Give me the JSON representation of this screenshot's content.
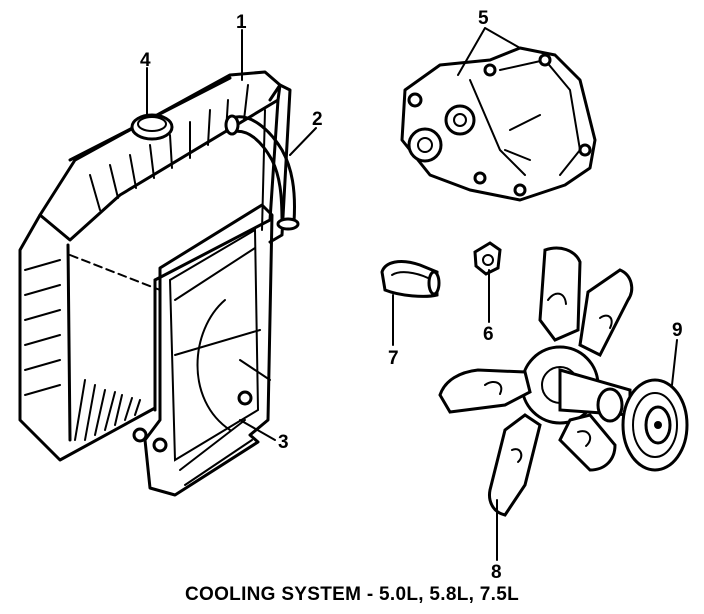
{
  "caption": "COOLING SYSTEM - 5.0L, 5.8L, 7.5L",
  "callouts": [
    {
      "id": "1",
      "label": "1"
    },
    {
      "id": "2",
      "label": "2"
    },
    {
      "id": "3",
      "label": "3"
    },
    {
      "id": "4",
      "label": "4"
    },
    {
      "id": "5",
      "label": "5"
    },
    {
      "id": "6",
      "label": "6"
    },
    {
      "id": "7",
      "label": "7"
    },
    {
      "id": "8",
      "label": "8"
    },
    {
      "id": "9",
      "label": "9"
    }
  ],
  "parts": [
    {
      "name": "radiator-icon"
    },
    {
      "name": "upper-hose-icon"
    },
    {
      "name": "fan-shroud-icon"
    },
    {
      "name": "radiator-cap-icon"
    },
    {
      "name": "water-pump-icon"
    },
    {
      "name": "thermostat-housing-icon"
    },
    {
      "name": "thermostat-icon"
    },
    {
      "name": "fan-blade-icon"
    },
    {
      "name": "fan-clutch-pulley-icon"
    }
  ],
  "colors": {
    "ink": "#000000",
    "paper": "#ffffff"
  }
}
